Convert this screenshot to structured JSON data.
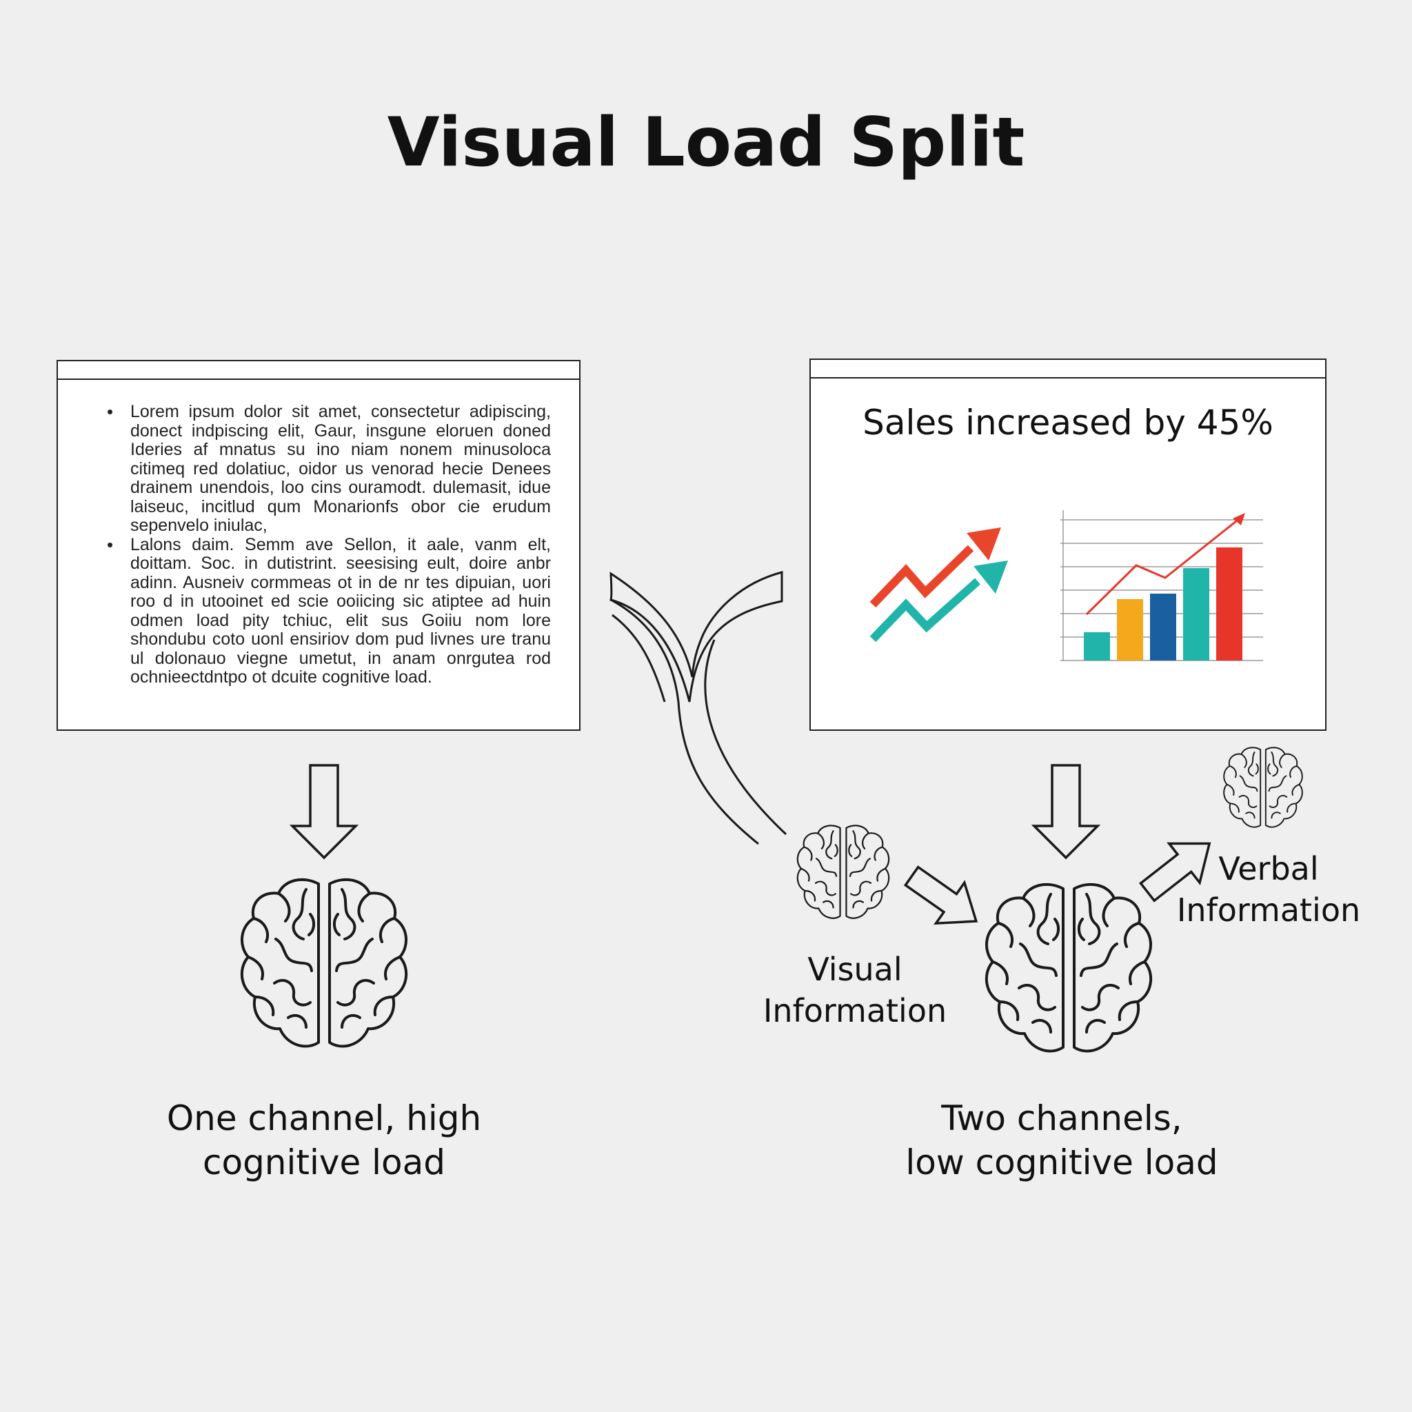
{
  "title": "Visual Load Split",
  "left_slide": {
    "bullets": [
      "Lorem ipsum dolor sit amet, consectetur adipiscing, donect indpiscing elit, Gaur, insgune eloruen doned Ideries af mnatus su ino niam nonem minusoloca citimeq red dolatiuc, oidor us venorad hecie Denees drainem unendois, loo cins ouramodt. dulemasit, idue laiseuc, incitlud qum Monarionfs obor cie erudum sepenvelo iniulac,",
      "Lalons daim. Semm ave Sellon, it aale, vanm elt, doittam. Soc. in dutistrint. seesising eult, doire anbr adinn. Ausneiv cormmeas ot in de nr tes dipuian, uori roo d in utooinet ed scie ooiicing sic atiptee ad huin odmen load pity tchiuc, elit sus Goiiu nom lore shondubu coto uonl ensiriov dom pud livnes ure tranu ul dolonauo viegne umetut, in anam onrgutea rod ochnieectdntpo ot dcuite cognitive load."
    ]
  },
  "right_slide": {
    "headline": "Sales increased by 45%"
  },
  "left_caption": {
    "line1": "One channel, high",
    "line2": "cognitive load"
  },
  "right_caption": {
    "line1": "Two channels,",
    "line2": "low cognitive load"
  },
  "visual_label": {
    "line1": "Visual",
    "line2": "Information"
  },
  "verbal_label": {
    "line1": "Verbal",
    "line2": "Information"
  },
  "colors": {
    "background": "#efefef",
    "red": "#e8352a",
    "orange": "#f4a81c",
    "blue": "#1a5fa0",
    "teal": "#20b5a8",
    "ink": "#1a1a1a"
  },
  "icons": {
    "brain": "brain-icon",
    "down_arrow": "down-arrow-icon",
    "right_arrow": "right-arrow-icon",
    "trend_arrows": "trend-arrows-icon",
    "bar_chart": "bar-chart-icon"
  }
}
